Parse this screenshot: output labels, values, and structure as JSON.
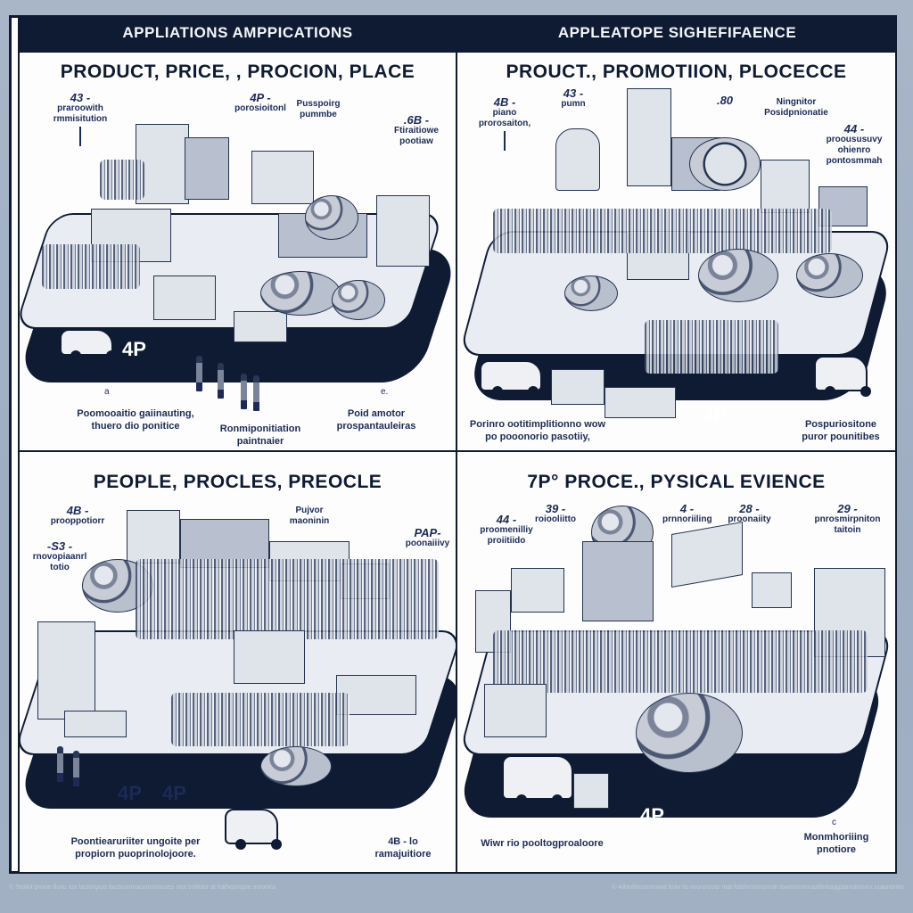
{
  "header": {
    "left_title": "APPLIATIONS AMPPICATIONS",
    "right_title": "APPLEATOPE SIGHEFIFAENCE"
  },
  "quadrants": [
    {
      "title": "PRODUCT,  PRICE, , PROCION, PLACE",
      "center_label": "4P",
      "annotations": [
        {
          "num": "43 -",
          "text": "praroowith rmmisitution"
        },
        {
          "num": "4P -",
          "text": "porosioitonl"
        },
        {
          "num": "",
          "text": "Pusspoirg pummbe"
        },
        {
          "num": ".6B -",
          "text": "Ftiraitiowe pootiaw"
        }
      ],
      "small_marks": [
        "a",
        "e."
      ],
      "captions": [
        "Poomooaitio gaiinauting, thuero dio ponitice",
        "Ronmiponitiation paintnaier",
        "Poid amotor prospantauleiras"
      ]
    },
    {
      "title": "PROUCT., PROMOTIION, PLOCECCE",
      "center_label": "4P",
      "annotations": [
        {
          "num": "4B -",
          "text": "piano prorosaiton,"
        },
        {
          "num": "43 -",
          "text": "pumn"
        },
        {
          "num": ".80",
          "text": ""
        },
        {
          "num": "",
          "text": "Ningnitor Posidpnionatie"
        },
        {
          "num": "44 -",
          "text": "prooususuvy ohienro pontosmmah"
        }
      ],
      "captions": [
        "Porinro ootitimplitionno wow po pooonorio pasotiiy,",
        "Pospuriositone puror pounitibes"
      ]
    },
    {
      "title": "PEOPLE, PROCLES, PREOCLE",
      "center_label_1": "4P",
      "center_label_2": "4P",
      "annotations": [
        {
          "num": "4B -",
          "text": "prooppotiorr"
        },
        {
          "num": "-S3 -",
          "text": "rnovopiaanrl totio"
        },
        {
          "num": "",
          "text": "Pujvor maoninin"
        },
        {
          "num": "PAP-",
          "text": "poonaiiivy"
        }
      ],
      "captions": [
        "Poontiearuriiter ungoite per propiorn puoprinolojoore.",
        "4B - lo ramajuitiore"
      ]
    },
    {
      "title": "7P° PROCE., PYSICAL EVIENCE",
      "center_label": "4P",
      "annotations": [
        {
          "num": "44 -",
          "text": "proomenilliy proiitiido"
        },
        {
          "num": "39 -",
          "text": "roiooliitto"
        },
        {
          "num": "4 -",
          "text": "prnnoriiling"
        },
        {
          "num": "28 -",
          "text": "proonaiity"
        },
        {
          "num": "29 -",
          "text": "pnrosmirpniton taitoin"
        }
      ],
      "small_marks": [
        "c"
      ],
      "captions": [
        "Wiwr rio pooltogproaloore",
        "Monmhoriiing pnotiore"
      ]
    }
  ],
  "footer": {
    "left": "© Toolkit prowe fluxu rox factoripuis factsummacomminuses mot trolfoisr at foitheprisjoe.moomra",
    "right": "© Alfoolfirosmmowit lisiw lio imurorzoar mat foibhmmmomsh fowtonmmraatfinbaggstansiionmx uuamomm"
  },
  "colors": {
    "navy": "#0f1b33",
    "text_blue": "#1c2a55",
    "background": "#a9b6c8",
    "panel": "#fdfdfe"
  }
}
